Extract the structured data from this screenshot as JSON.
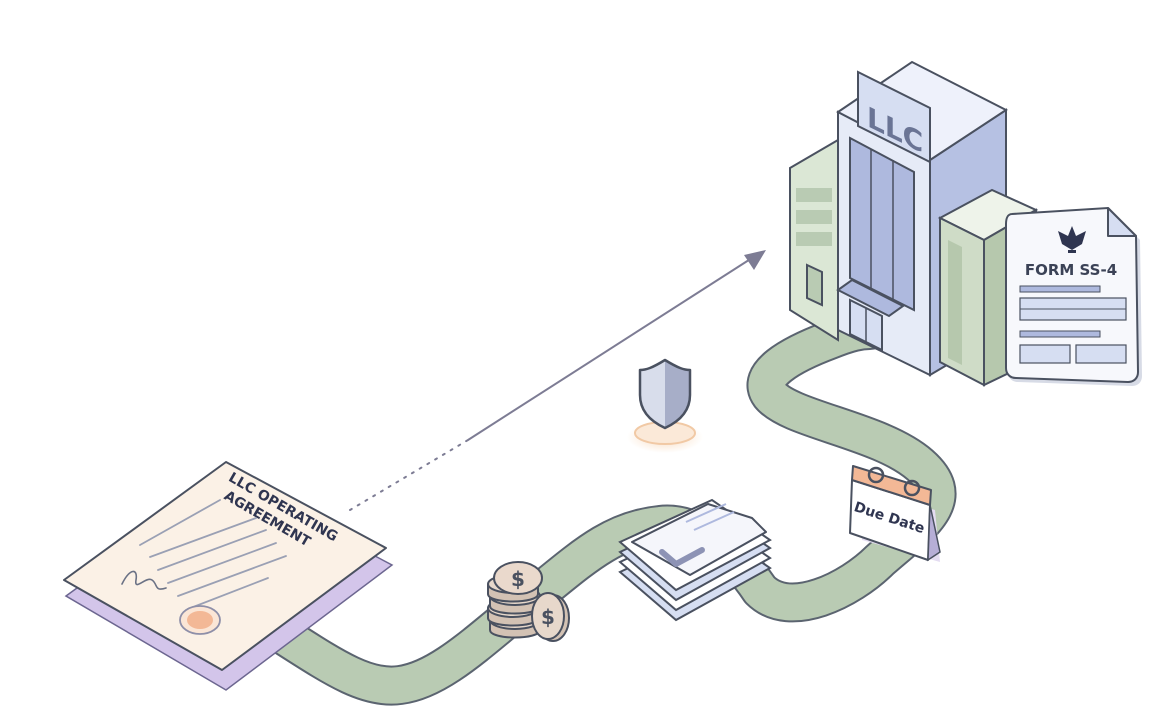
{
  "building": {
    "sign": "LLC"
  },
  "form": {
    "title": "FORM SS-4",
    "seal_icon": "eagle-seal-icon"
  },
  "agreement": {
    "title_line1": "LLC OPERATING",
    "title_line2": "AGREEMENT",
    "seal_icon": "wax-seal-icon"
  },
  "calendar": {
    "label": "Due Date"
  },
  "coins": {
    "symbol": "$"
  },
  "shield": {
    "icon": "shield-icon"
  },
  "colors": {
    "path": "#b9cbb3",
    "path_stroke": "#5b6470",
    "outline": "#4a5160",
    "building_blue": "#d6def2",
    "building_blue_dark": "#aeb9de",
    "building_green": "#cfdcc7",
    "paper": "#fbf1e6",
    "lavender": "#d9cfee",
    "peach": "#f3b896",
    "coin": "#e7d8cb",
    "arrow": "#7d7c94"
  }
}
